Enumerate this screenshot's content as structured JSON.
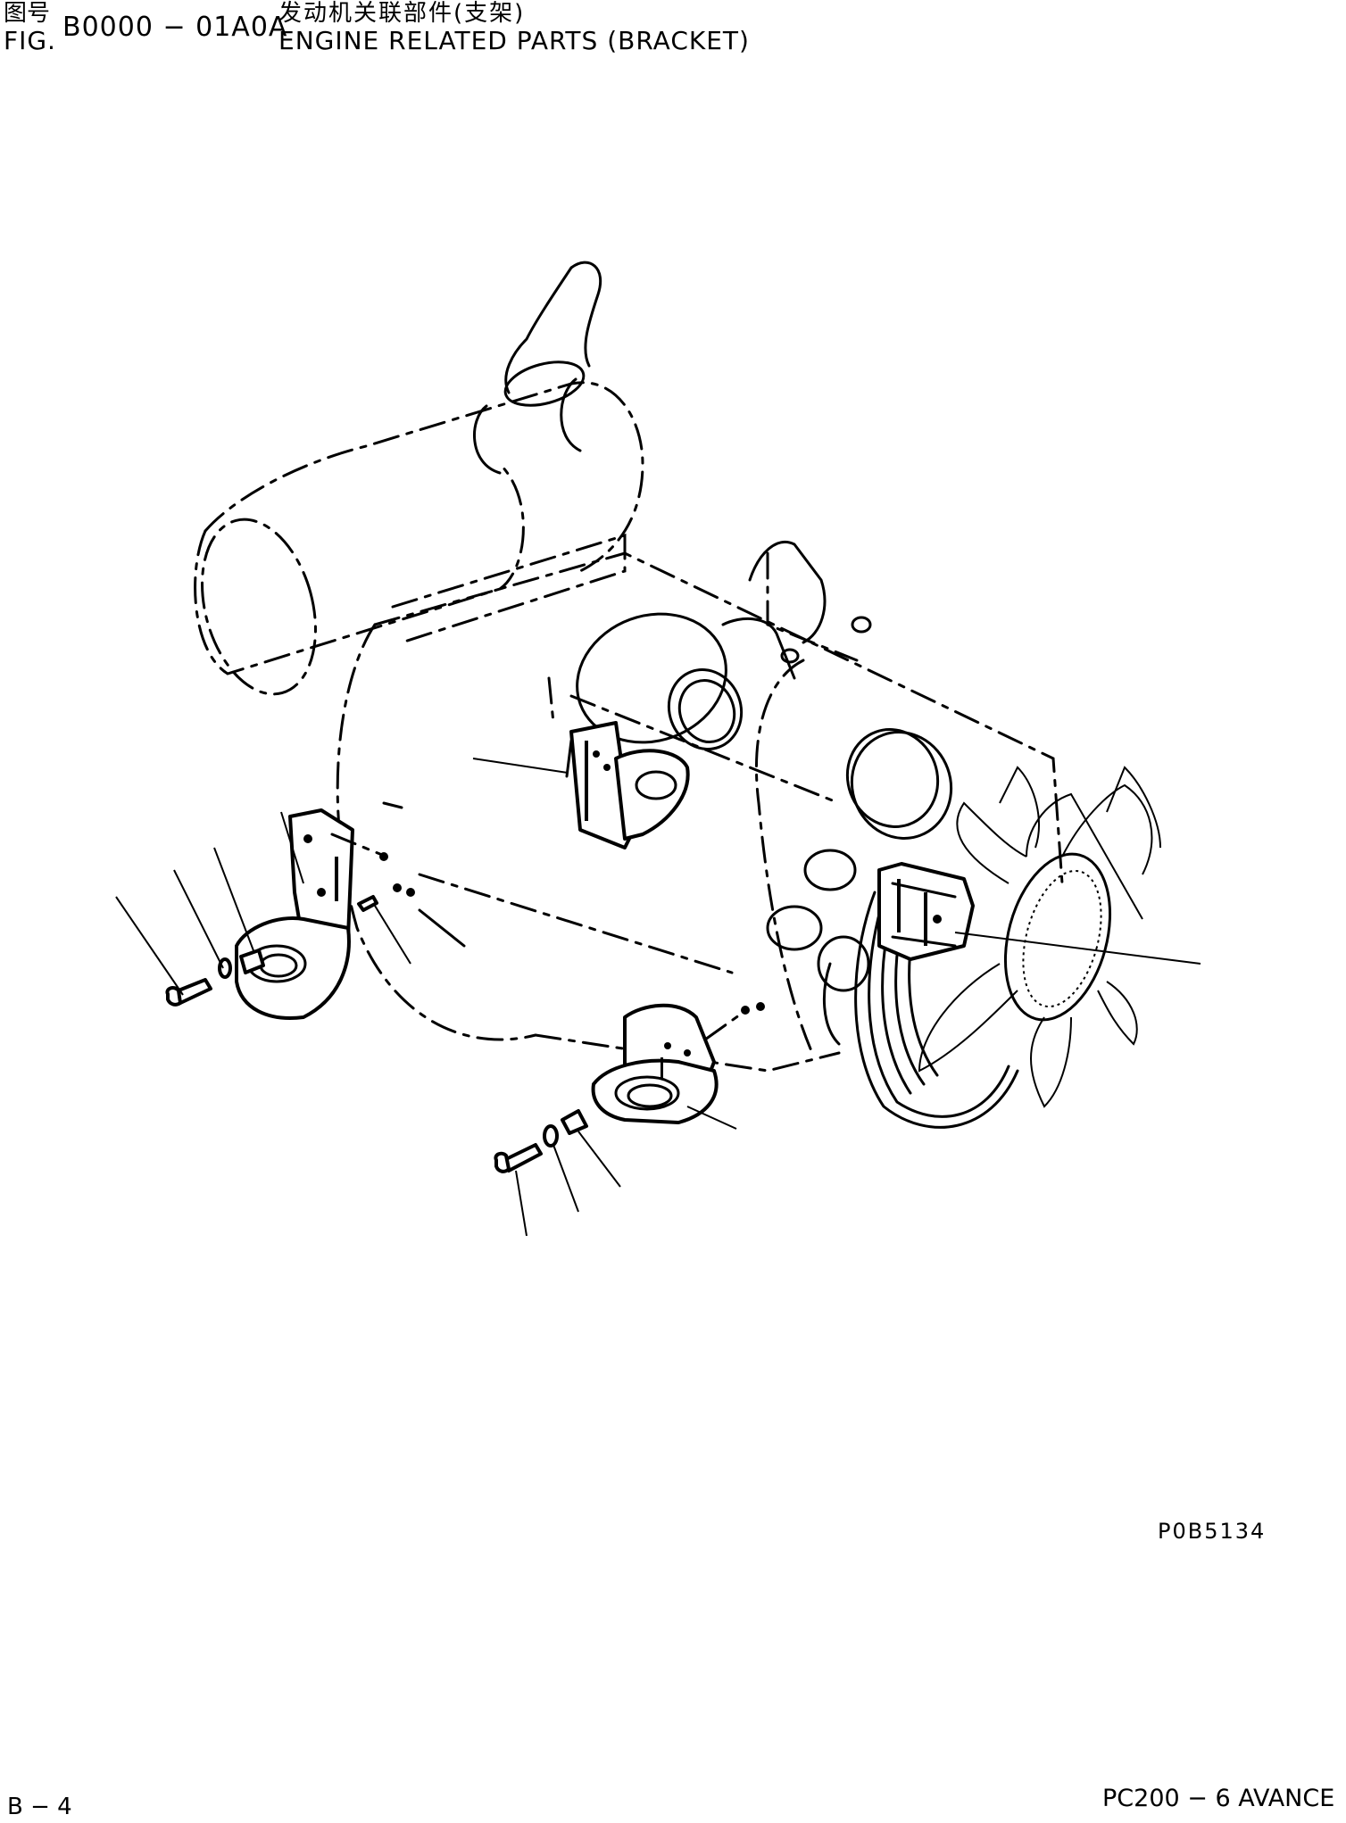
{
  "header": {
    "fig_label_cn": "图号",
    "fig_label_en": "FIG.",
    "fig_code": "B0000 − 01A0A",
    "title_cn": "发动机关联部件(支架)",
    "title_en": "ENGINE RELATED PARTS (BRACKET)"
  },
  "drawing": {
    "reference_code": "P0B5134"
  },
  "footer": {
    "page_number": "B − 4",
    "model": "PC200 − 6 AVANCE"
  }
}
